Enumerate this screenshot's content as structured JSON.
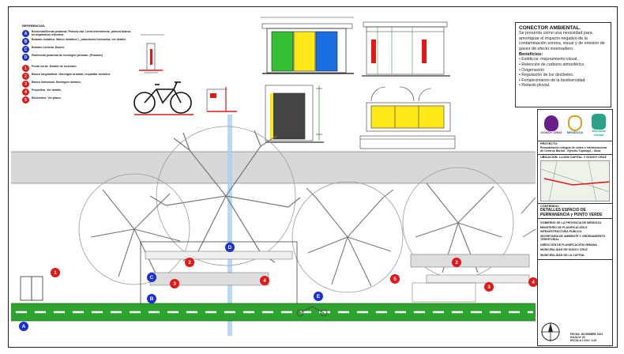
{
  "legend": {
    "title": "REFERENCIAS",
    "items": [
      {
        "badge": "A",
        "color": "blue",
        "text": "Bicisenda/Senda peatonal. Pintura vial. Línea intermitente, pintura blanca termoplástica reflectiva."
      },
      {
        "badge": "B",
        "color": "blue",
        "text": "Bolardo metálico. Marco metálico L, planchuela horizontal, ver detalle."
      },
      {
        "badge": "C",
        "color": "blue",
        "text": "Bolardo ciclovía. Dazzel."
      },
      {
        "badge": "D",
        "color": "blue",
        "text": "Pavimento peatonal de hormigón peinado. (Peinado)"
      },
      {
        "badge": "1",
        "color": "red",
        "text": "Punto verde. Detalle de reciclado."
      },
      {
        "badge": "2",
        "color": "red",
        "text": "Banco longitudinal. Hormigón armado, respaldar metálico."
      },
      {
        "badge": "3",
        "color": "red",
        "text": "Banco individual. Hormigón armado."
      },
      {
        "badge": "4",
        "color": "red",
        "text": "Pequeños. Ver detalle."
      },
      {
        "badge": "5",
        "color": "red",
        "text": "Bicicletero. Ver plano."
      }
    ]
  },
  "note": {
    "title": "CONECTOR AMBIENTAL.",
    "body": "Se presenta como una necesidad para amortiguar el impacto negativo de la contaminación sonora, visual y de emisión de gases de efecto invernadero.",
    "benefits_title": "Beneficios:",
    "benefits": [
      "Estéticos: mejoramiento visual.",
      "Retención de carbono atmosférico.",
      "Oxigenación",
      "Regulación de los decibeles.",
      "Fortalecimiento de la biodiversidad.",
      "Retardo pluvial."
    ]
  },
  "titleblock": {
    "logos": [
      {
        "name": "GODOY CRUZ",
        "color": "#6a1e8a"
      },
      {
        "name": "MENDOZA",
        "color": "#d4a017"
      },
      {
        "name": "Mendoza ciudad",
        "color": "#2aa38a"
      }
    ],
    "project_label": "PROYECTO:",
    "project_text": "Remodelación Integral de calles e Infraestructura de Centros Barrial - Ejército Tupiniqui - Ulloa",
    "location_label": "UBICACIÓN:",
    "location_text": "LUJÁN CAPITAL Y GODOY CRUZ",
    "content_label": "CONTENIDO:",
    "content_text": "DETALLES ESPACIO DE PERMANENCIA y PUNTO VERDE",
    "info_lines": [
      "GOBIERNO DE LA PROVINCIA DE MENDOZA",
      "MINISTERIO DE PLANIFICACIÓN E INFRAESTRUCTURA PÚBLICA",
      "SECRETARÍA DE AMBIENTE Y ORDENAMIENTO TERRITORIAL",
      "DIRECCIÓN DE PLANIFICACIÓN URBANA",
      "MUNICIPALIDAD DE GODOY CRUZ",
      "MUNICIPALIDAD DE LA CAPITAL"
    ],
    "date_label": "FECHA:",
    "date_text": "DICIEMBRE 2021",
    "sheet_label": "HOJA",
    "sheet_text": "Nº 00",
    "scale_label": "ESCALA",
    "scale_text": "1:100 / 1:25"
  },
  "plan_markers": [
    {
      "badge": "A",
      "color": "blue"
    },
    {
      "badge": "B",
      "color": "blue"
    },
    {
      "badge": "C",
      "color": "blue"
    },
    {
      "badge": "D",
      "color": "blue"
    },
    {
      "badge": "E",
      "color": "blue"
    },
    {
      "badge": "1",
      "color": "red"
    },
    {
      "badge": "2",
      "color": "red"
    },
    {
      "badge": "3",
      "color": "red"
    },
    {
      "badge": "4",
      "color": "red"
    },
    {
      "badge": "5",
      "color": "red"
    },
    {
      "badge": "2",
      "color": "red"
    },
    {
      "badge": "3",
      "color": "red"
    },
    {
      "badge": "4",
      "color": "red"
    }
  ],
  "colors": {
    "blue_marker": "#1a2fd6",
    "red_marker": "#e01818",
    "bike_lane": "#2fa32f",
    "container_green": "#33c033",
    "container_yellow": "#ffe81a",
    "container_blue": "#1a6fe0"
  }
}
